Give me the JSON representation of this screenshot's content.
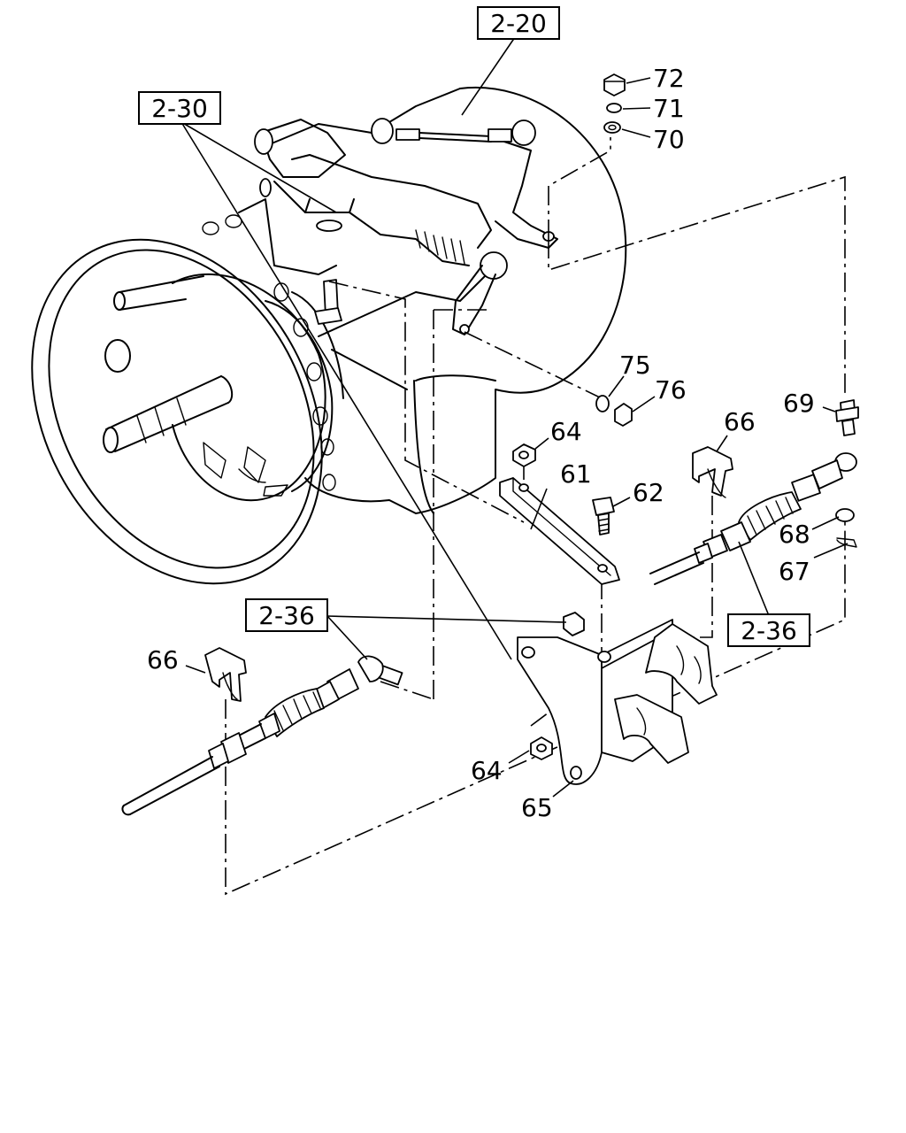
{
  "references": [
    {
      "key": "r2_20",
      "text": "2-20"
    },
    {
      "key": "r2_30",
      "text": "2-30"
    },
    {
      "key": "r2_36a",
      "text": "2-36"
    },
    {
      "key": "r2_36b",
      "text": "2-36"
    }
  ],
  "callouts": {
    "c61": "61",
    "c62": "62",
    "c64a": "64",
    "c64b": "64",
    "c65": "65",
    "c66a": "66",
    "c66b": "66",
    "c67": "67",
    "c68": "68",
    "c69": "69",
    "c70": "70",
    "c71": "71",
    "c72": "72",
    "c75": "75",
    "c76": "76"
  }
}
